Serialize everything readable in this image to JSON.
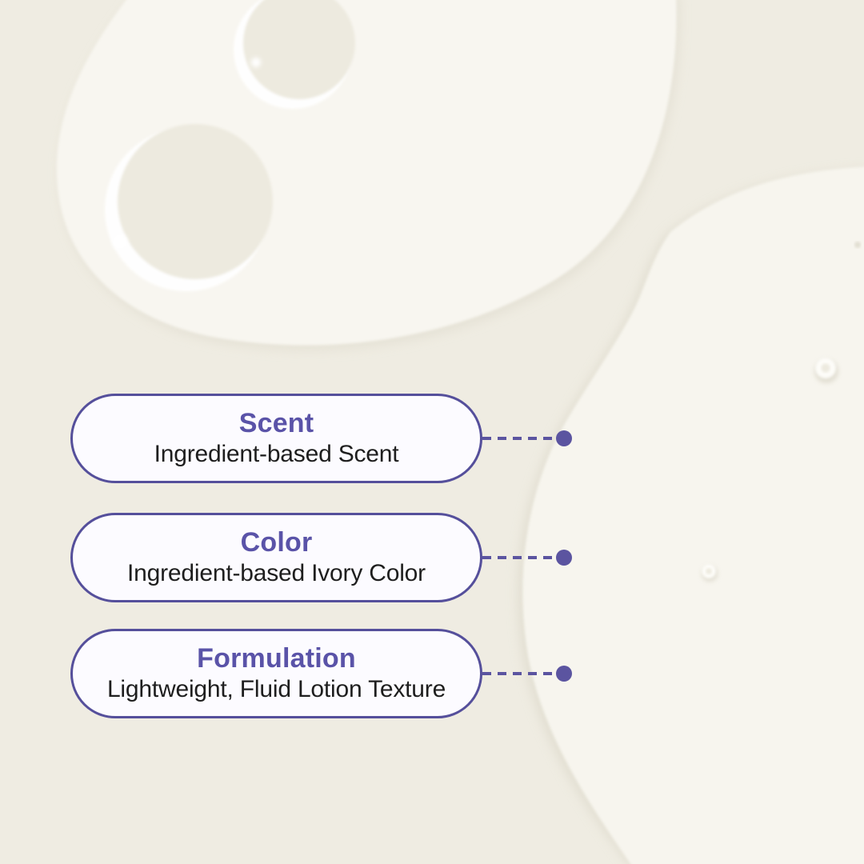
{
  "meta": {
    "kind": "product-texture-infographic"
  },
  "theme": {
    "background_cream": "#efece2",
    "blob_white": "#f8f6f0",
    "blob_white_right": "#f7f5ee",
    "droplet_cream": "#edeadf",
    "accent_purple": "#5a53a8",
    "pill_border": "#554f9b",
    "pill_background": "#fcfbff",
    "connector_color": "#5b54a0",
    "body_text": "#1e1e1e"
  },
  "callouts": [
    {
      "title": "Scent",
      "description": "Ingredient-based Scent"
    },
    {
      "title": "Color",
      "description": "Ingredient-based Ivory Color"
    },
    {
      "title": "Formulation",
      "description": "Lightweight, Fluid Lotion Texture"
    }
  ]
}
